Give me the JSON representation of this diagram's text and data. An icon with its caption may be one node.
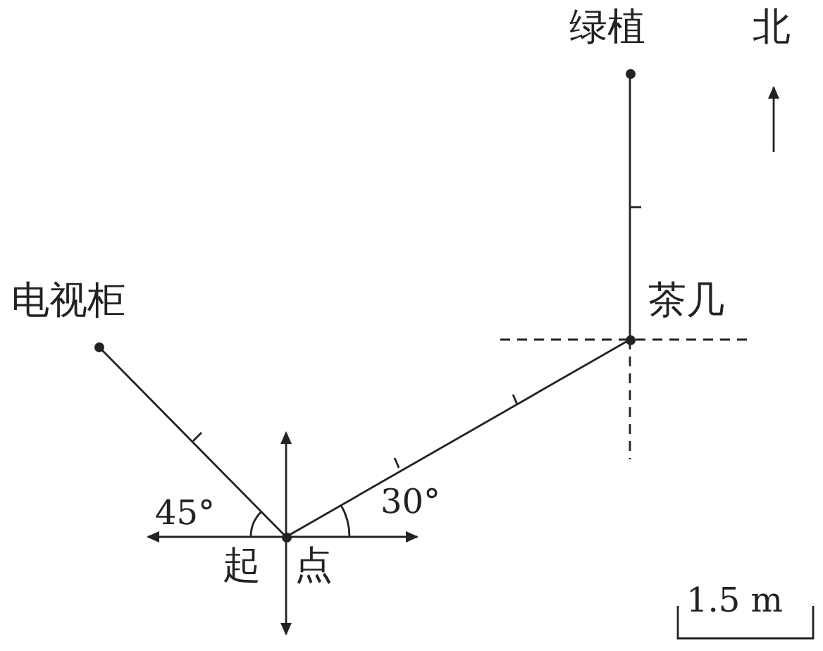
{
  "diagram": {
    "nodes": [
      {
        "text": [
          "起点"
        ]
      },
      {
        "text": [
          "电视柜"
        ]
      },
      {
        "text": [
          "茶几"
        ]
      },
      {
        "text": [
          "绿植"
        ]
      }
    ],
    "edges": [
      {
        "from": 0,
        "to": 1,
        "arrow": "none"
      },
      {
        "from": 0,
        "to": 2,
        "arrow": "none"
      },
      {
        "from": 2,
        "to": 3,
        "arrow": "none"
      }
    ],
    "labels": [
      "45°",
      "30°",
      "北",
      "1.5 m"
    ]
  }
}
